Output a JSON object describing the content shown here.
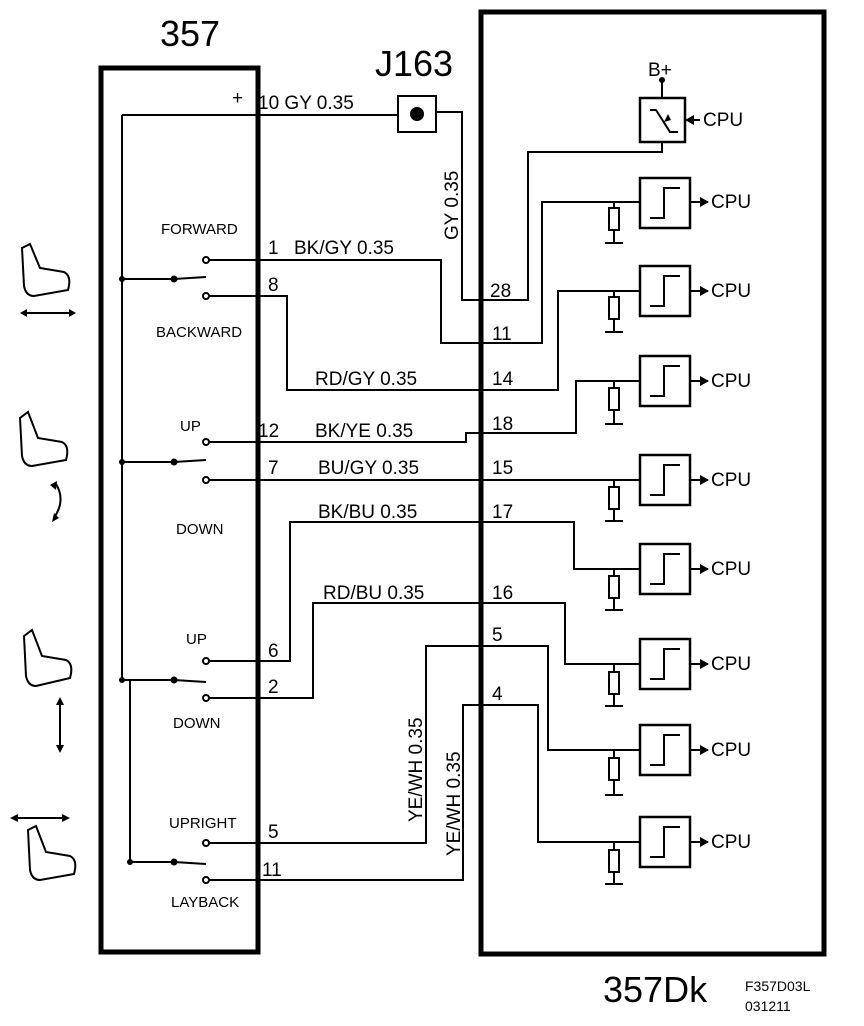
{
  "switch_unit": {
    "label": "357"
  },
  "connector": {
    "label": "J163"
  },
  "control_unit": {
    "label": "357Dk"
  },
  "drawing_code": {
    "line1": "F357D03L",
    "line2": "031211"
  },
  "supply": {
    "label": "B+",
    "plus": "+"
  },
  "cpu_label": "CPU",
  "switch_labels": {
    "forward": "FORWARD",
    "backward": "BACKWARD",
    "up1": "UP",
    "down1": "DOWN",
    "up2": "UP",
    "down2": "DOWN",
    "upright": "UPRIGHT",
    "layback": "LAYBACK"
  },
  "wires": {
    "supply": "10  GY  0.35",
    "gy_vertical": "GY  0.35",
    "forward_pin": "1",
    "forward_color": "BK/GY  0.35",
    "backward_pin": "8",
    "backward_color": "RD/GY  0.35",
    "up1_pin": "12",
    "up1_color": "BK/YE  0.35",
    "down1_pin": "7",
    "down1_color": "BU/GY  0.35",
    "up2_pin": "6",
    "up2_color": "BK/BU  0.35",
    "down2_pin": "2",
    "down2_color": "RD/BU  0.35",
    "upright_pin": "5",
    "upright_color": "YE/WH  0.35",
    "layback_pin": "11",
    "layback_color": "YE/WH  0.35"
  },
  "pins": [
    "28",
    "11",
    "14",
    "18",
    "15",
    "17",
    "16",
    "5",
    "4"
  ]
}
